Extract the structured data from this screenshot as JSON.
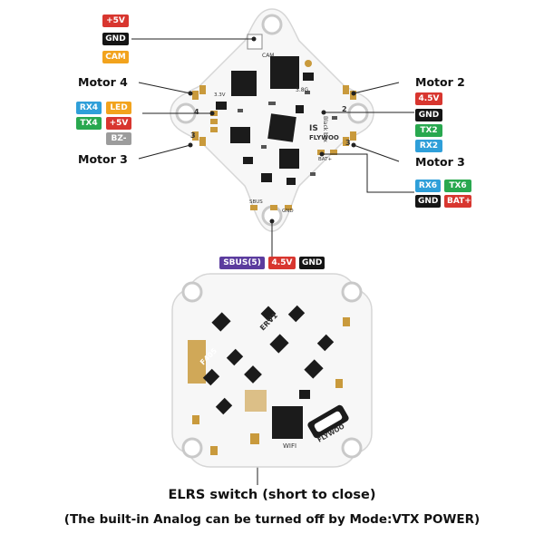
{
  "colors": {
    "red": "#d8362f",
    "black": "#151515",
    "orange": "#f2a31d",
    "blue": "#2f9fd9",
    "green": "#29a84f",
    "gray": "#9c9c9c",
    "purple": "#5b3c9e",
    "board": "#f7f7f7",
    "chip": "#1b1b1b",
    "gold": "#c99a3c"
  },
  "labels": {
    "motor4": "Motor 4",
    "motor3_left": "Motor 3",
    "motor2": "Motor 2",
    "motor3_right": "Motor 3"
  },
  "pads": {
    "top": [
      "+5V",
      "GND",
      "CAM"
    ],
    "left_row1": [
      "RX4",
      "LED"
    ],
    "left_row2": [
      "TX4",
      "+5V"
    ],
    "left_row3": [
      "BZ-"
    ],
    "right_upper": [
      "4.5V",
      "GND",
      "TX2",
      "RX2"
    ],
    "right_lower_row1": [
      "RX6",
      "TX6"
    ],
    "right_lower_row2": [
      "GND",
      "BAT+"
    ],
    "bottom": [
      "SBUS(5)",
      "4.5V",
      "GND"
    ]
  },
  "board_text": {
    "cam": "CAM",
    "brand": "FLYWOO",
    "model": "IS",
    "chip_ref": "3.8G",
    "voltage_3v3": "3.3V",
    "sbus": "SBUS",
    "gnd": "GND",
    "bat": "BAT+",
    "num_2": "2",
    "num_3": "3",
    "num_4": "4",
    "back_label": "F405",
    "elrs": "ERV1",
    "wifi": "WIFI",
    "black_box": "Black box"
  },
  "captions": {
    "switch": "ELRS switch (short to close)",
    "note": "(The built-in Analog can be turned off by Mode:VTX POWER)"
  }
}
